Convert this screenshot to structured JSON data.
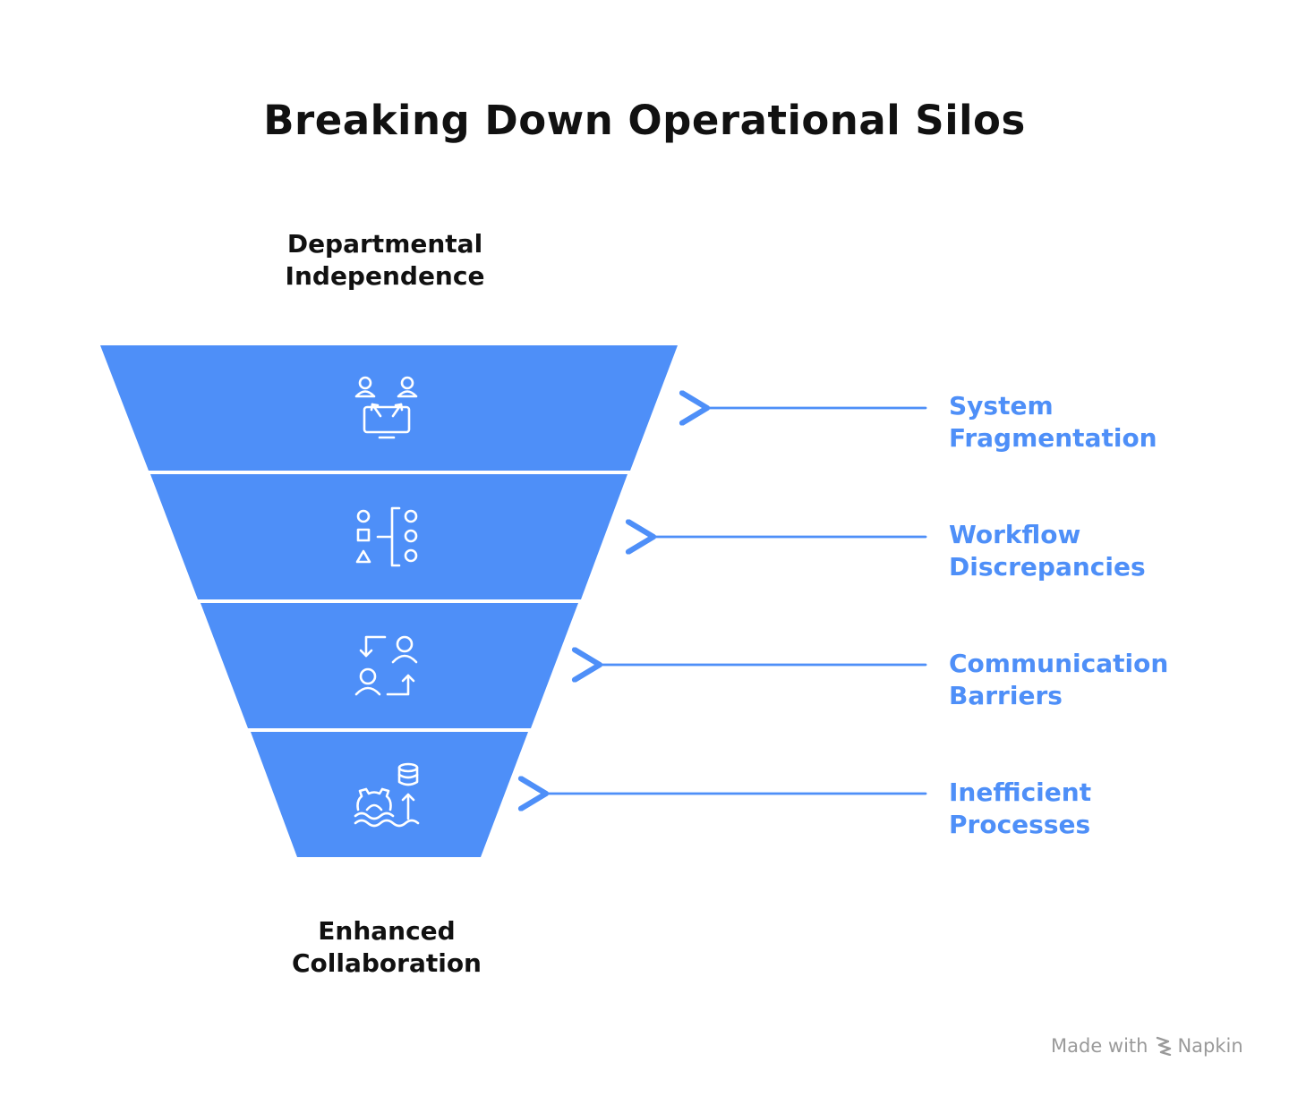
{
  "title": "Breaking Down Operational Silos",
  "top_label": [
    "Departmental",
    "Independence"
  ],
  "bottom_label": [
    "Enhanced",
    "Collaboration"
  ],
  "colors": {
    "funnel_fill": "#4e8ff8",
    "label_color": "#4e8ff8",
    "title_color": "#111111"
  },
  "stages": [
    {
      "name": "system-fragmentation",
      "icon": "people-computer-icon",
      "label": [
        "System",
        "Fragmentation"
      ]
    },
    {
      "name": "workflow-discrepancies",
      "icon": "shapes-mapping-icon",
      "label": [
        "Workflow",
        "Discrepancies"
      ]
    },
    {
      "name": "communication-barriers",
      "icon": "people-exchange-icon",
      "label": [
        "Communication",
        "Barriers"
      ]
    },
    {
      "name": "inefficient-processes",
      "icon": "gear-database-icon",
      "label": [
        "Inefficient",
        "Processes"
      ]
    }
  ],
  "footer": {
    "made_with": "Made with",
    "brand": "Napkin",
    "logo_icon": "napkin-logo-icon"
  }
}
